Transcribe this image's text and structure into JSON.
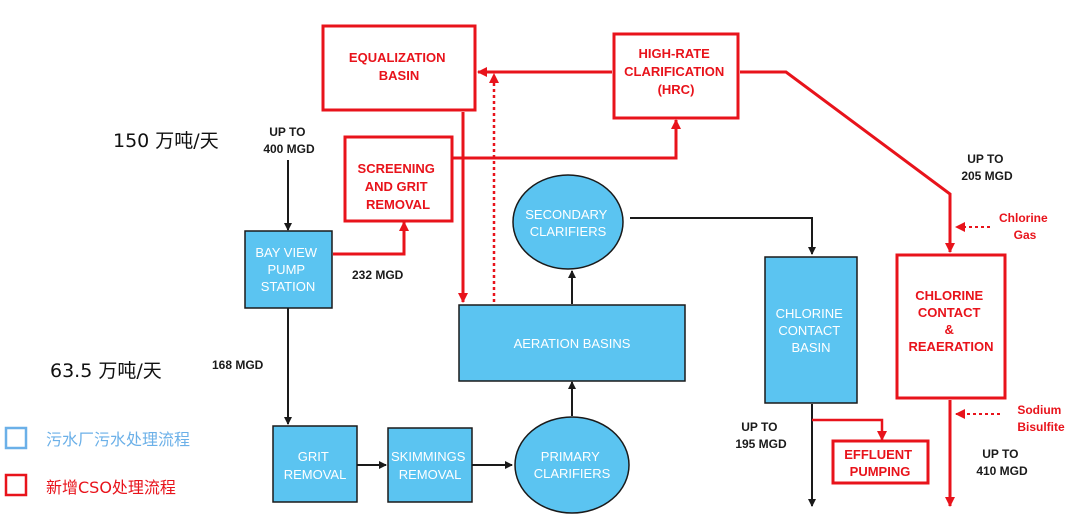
{
  "colors": {
    "blue_fill": "#5bc4f1",
    "blue_stroke": "#1a1a1a",
    "red": "#e8131b",
    "black": "#1a1a1a",
    "legend_blue": "#6bb0e8"
  },
  "nodes": {
    "bay_view": [
      "BAY VIEW",
      "PUMP",
      "STATION"
    ],
    "grit": [
      "GRIT",
      "REMOVAL"
    ],
    "skimmings": [
      "SKIMMINGS",
      "REMOVAL"
    ],
    "primary": [
      "PRIMARY",
      "CLARIFIERS"
    ],
    "aeration": [
      "AERATION BASINS"
    ],
    "secondary": [
      "SECONDARY",
      "CLARIFIERS"
    ],
    "chlorine_contact_basin": [
      "CHLORINE",
      "CONTACT",
      "BASIN"
    ],
    "equalization": [
      "EQUALIZATION",
      "BASIN"
    ],
    "screening": [
      "SCREENING",
      "AND GRIT",
      "REMOVAL"
    ],
    "hrc": [
      "HIGH-RATE",
      "CLARIFICATION",
      "(HRC)"
    ],
    "chlorine_reaeration": [
      "CHLORINE",
      "CONTACT",
      "&",
      "REAERATION"
    ],
    "effluent_pumping": [
      "EFFLUENT",
      "PUMPING"
    ]
  },
  "flows": {
    "up_to_400": [
      "UP TO",
      "400 MGD"
    ],
    "mgd_232": "232 MGD",
    "mgd_168": "168 MGD",
    "up_to_205": [
      "UP TO",
      "205 MGD"
    ],
    "up_to_195": [
      "UP TO",
      "195 MGD"
    ],
    "up_to_410": [
      "UP TO",
      "410 MGD"
    ]
  },
  "chemicals": {
    "chlorine_gas": [
      "Chlorine",
      "Gas"
    ],
    "sodium_bisulfite": [
      "Sodium",
      "Bisulfite"
    ]
  },
  "notes": {
    "note_150": "150 万吨/天",
    "note_63": "63.5 万吨/天"
  },
  "legend": [
    {
      "label": "污水厂污水处理流程",
      "color": "#6bb0e8"
    },
    {
      "label": "新增CSO处理流程",
      "color": "#e8131b"
    }
  ]
}
